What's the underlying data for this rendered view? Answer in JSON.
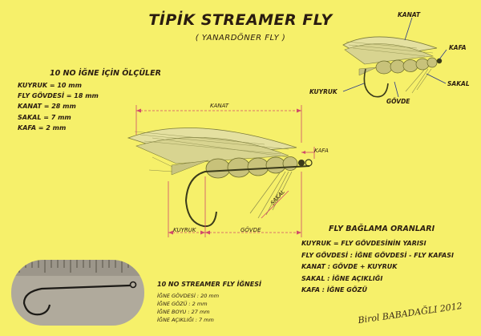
{
  "title": "TİPİK STREAMER FLY",
  "subtitle": "( YANARDÖNER FLY )",
  "dimensions": {
    "heading": "10 NO İĞNE İÇİN ÖLÇÜLER",
    "items": [
      "KUYRUK  =  10 mm",
      "FLY GÖVDESİ = 18 mm",
      "KANAT = 28 mm",
      "SAKAL = 7 mm",
      "KAFA = 2 mm"
    ]
  },
  "top_fly_labels": {
    "kanat": "KANAT",
    "kafa": "KAFA",
    "sakal": "SAKAL",
    "kuyruk": "KUYRUK",
    "govde": "GÖVDE"
  },
  "main_fly_labels": {
    "kanat": "KANAT",
    "kafa": "KAFA",
    "sakal": "SAKAL",
    "kuyruk": "KUYRUK",
    "govde": "GÖVDE"
  },
  "ratios": {
    "heading": "FLY  BAĞLAMA ORANLARI",
    "items": [
      "KUYRUK  =   FLY GÖVDESİNİN YARISI",
      "FLY GÖVDESİ : İĞNE GÖVDESİ - FLY KAFASI",
      "KANAT : GÖVDE + KUYRUK",
      "SAKAL : İĞNE AÇIKLIĞI",
      "KAFA : İĞNE GÖZÜ"
    ]
  },
  "hook": {
    "heading": "10 NO STREAMER FLY İĞNESİ",
    "items": [
      "İĞNE GÖVDESİ  : 20 mm",
      "İĞNE GÖZÜ  : 2 mm",
      "İĞNE BOYU  : 27 mm",
      "İĞNE AÇIKLIĞI  : 7 mm"
    ]
  },
  "signature": "Birol BABADAĞLI 2012",
  "colors": {
    "background": "#f6f06a",
    "ink": "#2a1c10",
    "dimension": "#d04a6a",
    "leader": "#2a3a8a"
  }
}
